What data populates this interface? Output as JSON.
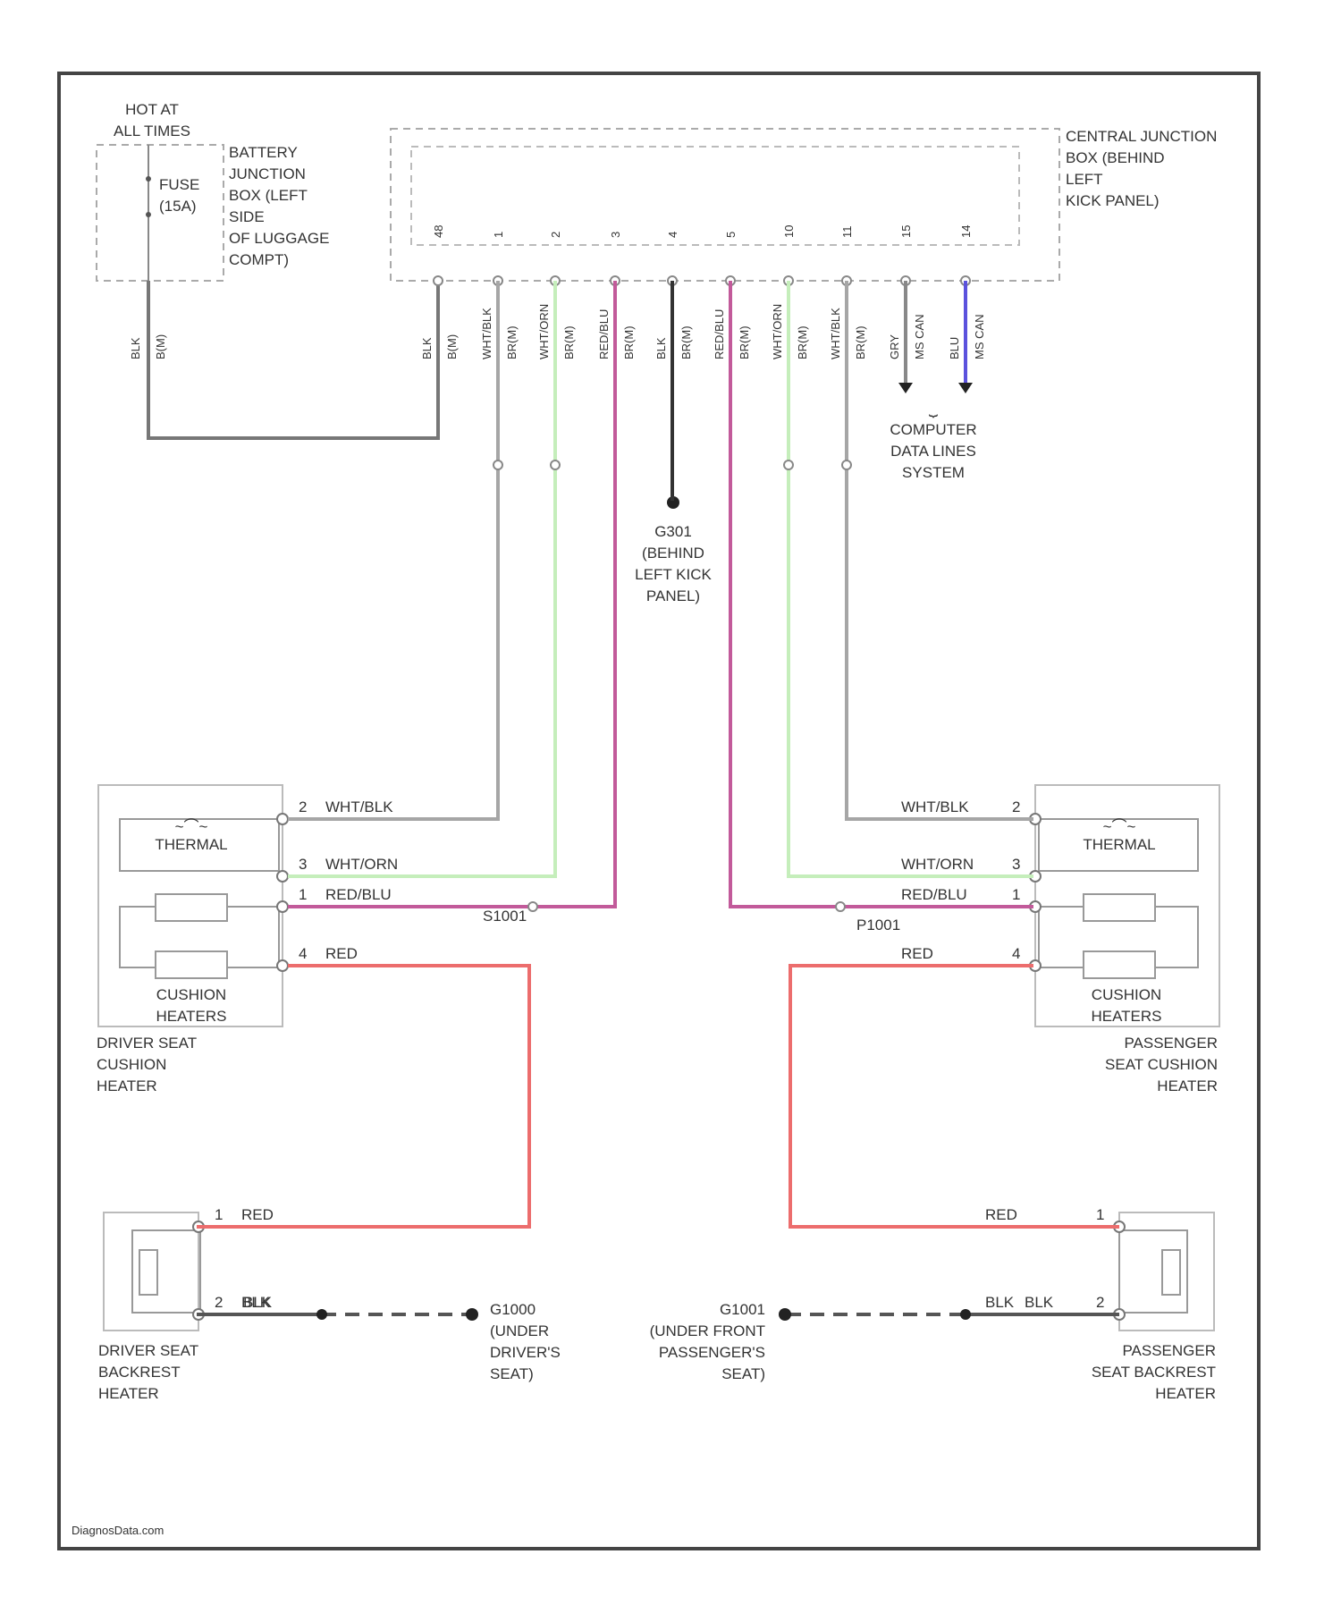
{
  "colors": {
    "frame": "#444444",
    "wire_gray": "#a6a6a6",
    "wire_black": "#333333",
    "wire_green": "#c5eebb",
    "wire_pink": "#c25a9a",
    "wire_red": "#ec6d6d",
    "wire_blue": "#5b52dd"
  },
  "power": {
    "hot_label": "HOT AT\nALL TIMES",
    "fuse_label": "FUSE\n(15A)",
    "battery_box_label": "BATTERY\nJUNCTION\nBOX (LEFT\nSIDE\nOF LUGGAGE\nCOMPT)",
    "wire_color": "BLK",
    "wire_code": "B(M)"
  },
  "cjb": {
    "label": "CENTRAL JUNCTION\nBOX (BEHIND\nLEFT\nKICK PANEL)",
    "pins": [
      {
        "num": "48",
        "color": "BLK",
        "code": "B(M)"
      },
      {
        "num": "1",
        "color": "WHT/BLK",
        "code": "BR(M)"
      },
      {
        "num": "2",
        "color": "WHT/ORN",
        "code": "BR(M)"
      },
      {
        "num": "3",
        "color": "RED/BLU",
        "code": "BR(M)"
      },
      {
        "num": "4",
        "color": "BLK",
        "code": "BR(M)"
      },
      {
        "num": "5",
        "color": "RED/BLU",
        "code": "BR(M)"
      },
      {
        "num": "10",
        "color": "WHT/ORN",
        "code": "BR(M)"
      },
      {
        "num": "11",
        "color": "WHT/BLK",
        "code": "BR(M)"
      },
      {
        "num": "15",
        "color": "GRY",
        "code": "MS CAN"
      },
      {
        "num": "14",
        "color": "BLU",
        "code": "MS CAN"
      }
    ]
  },
  "computer_label": "COMPUTER\nDATA LINES\nSYSTEM",
  "ground_main": "G301\n(BEHIND\nLEFT KICK\nPANEL)",
  "splices": {
    "driver": "S1001",
    "pass": "P1001"
  },
  "driver_cushion": {
    "title": "DRIVER SEAT\nCUSHION\nHEATER",
    "thermal": "THERMAL",
    "heaters": "CUSHION\nHEATERS",
    "pins": [
      {
        "num": "2",
        "wire": "WHT/BLK"
      },
      {
        "num": "3",
        "wire": "WHT/ORN"
      },
      {
        "num": "1",
        "wire": "RED/BLU"
      },
      {
        "num": "4",
        "wire": "RED"
      }
    ]
  },
  "pass_cushion": {
    "title": "PASSENGER\nSEAT CUSHION\nHEATER",
    "thermal": "THERMAL",
    "heaters": "CUSHION\nHEATERS",
    "pins": [
      {
        "num": "2",
        "wire": "WHT/BLK"
      },
      {
        "num": "3",
        "wire": "WHT/ORN"
      },
      {
        "num": "1",
        "wire": "RED/BLU"
      },
      {
        "num": "4",
        "wire": "RED"
      }
    ]
  },
  "driver_backrest": {
    "title": "DRIVER SEAT\nBACKREST\nHEATER",
    "pins": [
      {
        "num": "1",
        "wire": "RED"
      },
      {
        "num": "2",
        "wire": "BLK"
      }
    ],
    "ground": "G1000\n(UNDER\nDRIVER'S\nSEAT)",
    "ground_wire": "BLK"
  },
  "pass_backrest": {
    "title": "PASSENGER\nSEAT BACKREST\nHEATER",
    "pins": [
      {
        "num": "1",
        "wire": "RED"
      },
      {
        "num": "2",
        "wire": "BLK"
      }
    ],
    "ground": "G1001\n(UNDER FRONT\nPASSENGER'S\nSEAT)",
    "ground_wire": "BLK"
  },
  "footer": "DiagnosData.com"
}
